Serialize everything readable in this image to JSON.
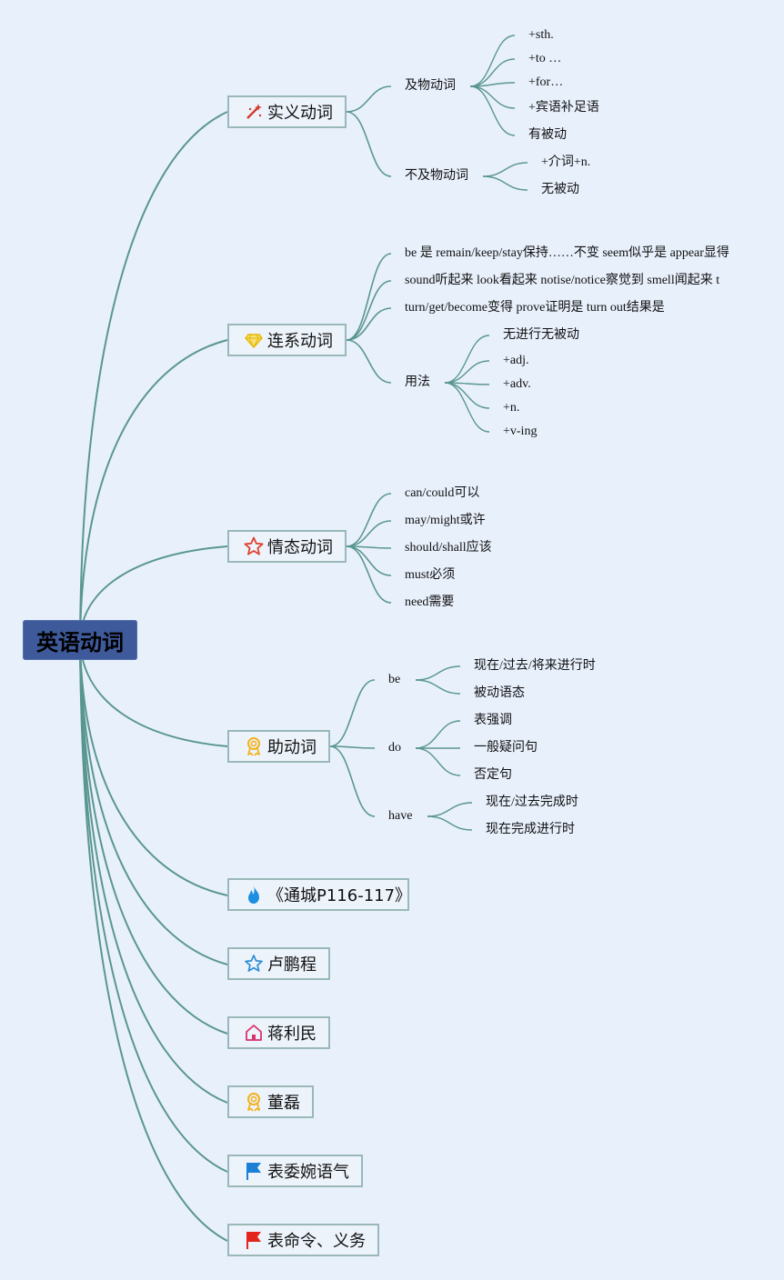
{
  "root": {
    "label": "英语动词"
  },
  "branches": [
    {
      "label": "实义动词",
      "icon": "magic-wand-icon"
    },
    {
      "label": "连系动词",
      "icon": "diamond-icon"
    },
    {
      "label": "情态动词",
      "icon": "star-outline-icon"
    },
    {
      "label": "助动词",
      "icon": "award-ribbon-icon"
    },
    {
      "label": "《通城P116-117》",
      "icon": "fire-icon"
    },
    {
      "label": "卢鹏程",
      "icon": "star-blue-icon"
    },
    {
      "label": "蒋利民",
      "icon": "home-icon"
    },
    {
      "label": "董磊",
      "icon": "award-ribbon-icon"
    },
    {
      "label": "表委婉语气",
      "icon": "blue-flag-icon"
    },
    {
      "label": "表命令、义务",
      "icon": "red-flag-icon"
    }
  ],
  "shiyi": {
    "transitive": {
      "label": "及物动词",
      "children": [
        "+sth.",
        "+to …",
        "+for…",
        "+宾语补足语",
        "有被动"
      ]
    },
    "intransitive": {
      "label": "不及物动词",
      "children": [
        "+介词+n.",
        "无被动"
      ]
    }
  },
  "lianxi": {
    "lines": [
      "be 是 remain/keep/stay保持……不变 seem似乎是 appear显得",
      "sound听起来 look看起来 notise/notice察觉到 smell闻起来 t",
      "turn/get/become变得 prove证明是 turn out结果是"
    ],
    "usage": {
      "label": "用法",
      "children": [
        "无进行无被动",
        "+adj.",
        "+adv.",
        "+n.",
        "+v-ing"
      ]
    }
  },
  "qingtai": {
    "children": [
      "can/could可以",
      "may/might或许",
      "should/shall应该",
      "must必须",
      "need需要"
    ]
  },
  "zhu": {
    "be": {
      "label": "be",
      "children": [
        "现在/过去/将来进行时",
        "被动语态"
      ]
    },
    "do": {
      "label": "do",
      "children": [
        "表强调",
        "一般疑问句",
        "否定句"
      ]
    },
    "have": {
      "label": "have",
      "children": [
        "现在/过去完成时",
        "现在完成进行时"
      ]
    }
  },
  "colors": {
    "line": "#5a9691",
    "root_bg": "#3f5a9b",
    "background": "#e8f0fc"
  }
}
